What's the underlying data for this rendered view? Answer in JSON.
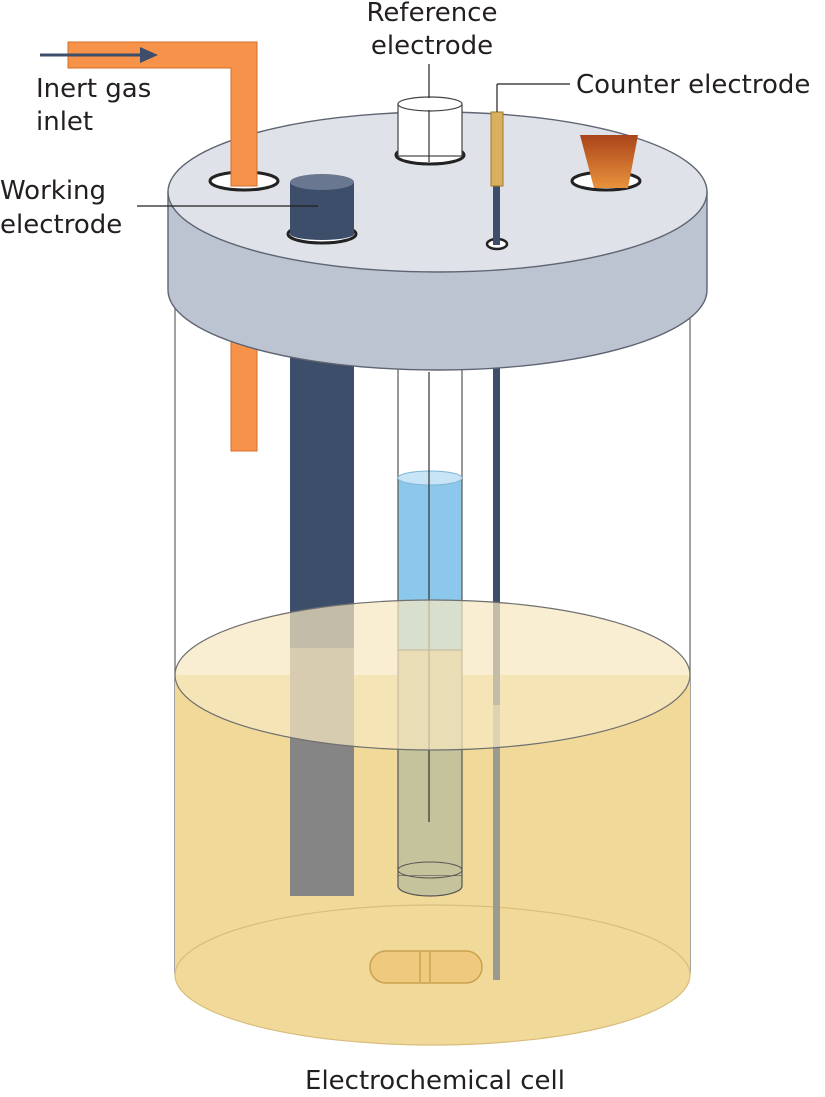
{
  "labels": {
    "reference_line1": "Reference",
    "reference_line2": "electrode",
    "counter": "Counter electrode",
    "inert_line1": "Inert gas",
    "inert_line2": "inlet",
    "working_line1": "Working",
    "working_line2": "electrode",
    "caption": "Electrochemical cell"
  },
  "colors": {
    "gas_tube": "#f7924a",
    "working_electrode": "#3d4e6a",
    "lid_top": "#dfe2e8",
    "lid_side": "#bcc3d1",
    "reference_fill": "#8cc8ec",
    "counter_rod": "#d8b05e",
    "stopper": "#b8581b",
    "electrolyte": "#f1d99a",
    "electrolyte_surface": "#f7e8c0",
    "stir_bar": "#efc97d"
  }
}
